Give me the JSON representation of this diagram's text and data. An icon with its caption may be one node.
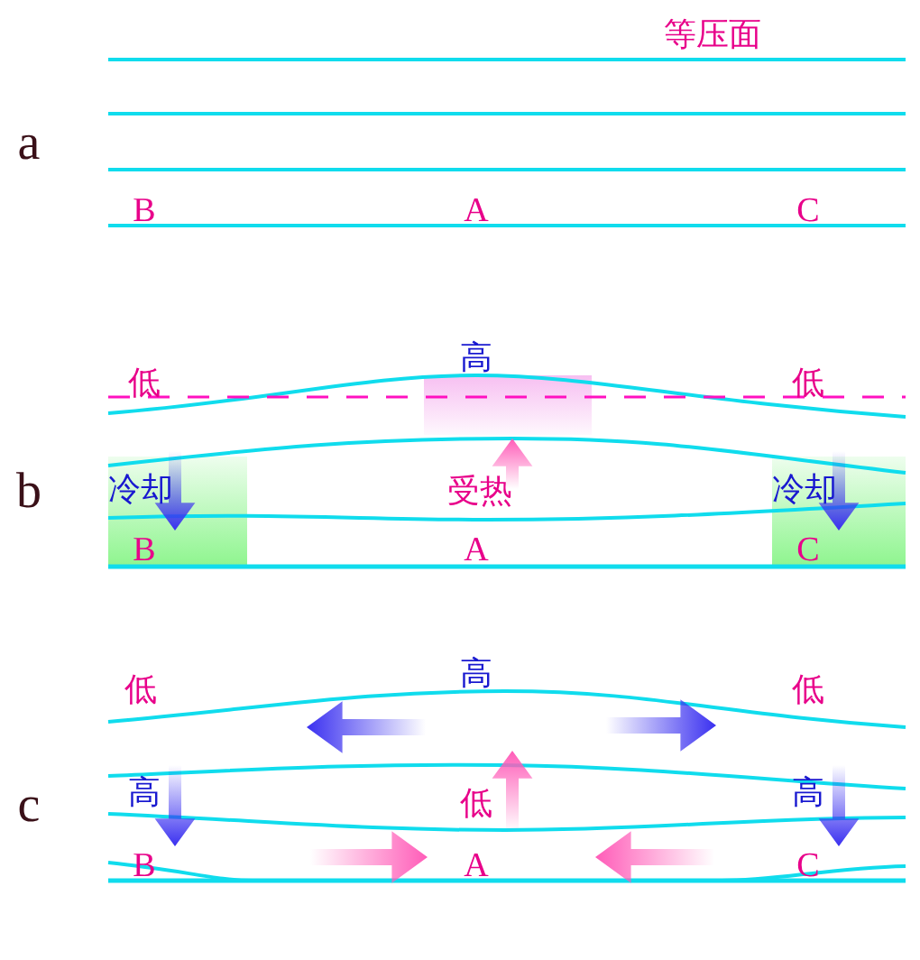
{
  "diagram": {
    "labels": [
      "等压面",
      "a",
      "B",
      "A",
      "C",
      "高",
      "低",
      "低",
      "b",
      "冷却",
      "受热",
      "冷却",
      "B",
      "A",
      "C",
      "低",
      "高",
      "低",
      "c",
      "高",
      "低",
      "高",
      "B",
      "A",
      "C"
    ]
  }
}
